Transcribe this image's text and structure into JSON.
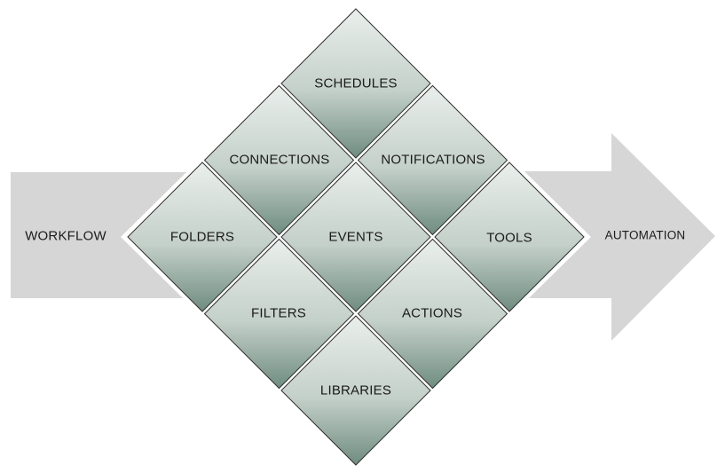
{
  "diagram": {
    "input_arrow": {
      "label": "WORKFLOW",
      "color": "#d6d6d6"
    },
    "output_arrow": {
      "label": "AUTOMATION",
      "color": "#d6d6d6"
    },
    "tile_style": {
      "fill_top": "#eaefec",
      "fill_mid": "#c4d0ca",
      "fill_bottom": "#6f8c80",
      "border": "#2f2f2f"
    },
    "tiles": [
      {
        "name": "schedules",
        "label": "SCHEDULES"
      },
      {
        "name": "connections",
        "label": "CONNECTIONS"
      },
      {
        "name": "notifications",
        "label": "NOTIFICATIONS"
      },
      {
        "name": "folders",
        "label": "FOLDERS"
      },
      {
        "name": "events",
        "label": "EVENTS"
      },
      {
        "name": "tools",
        "label": "TOOLS"
      },
      {
        "name": "filters",
        "label": "FILTERS"
      },
      {
        "name": "actions",
        "label": "ACTIONS"
      },
      {
        "name": "libraries",
        "label": "LIBRARIES"
      }
    ]
  }
}
